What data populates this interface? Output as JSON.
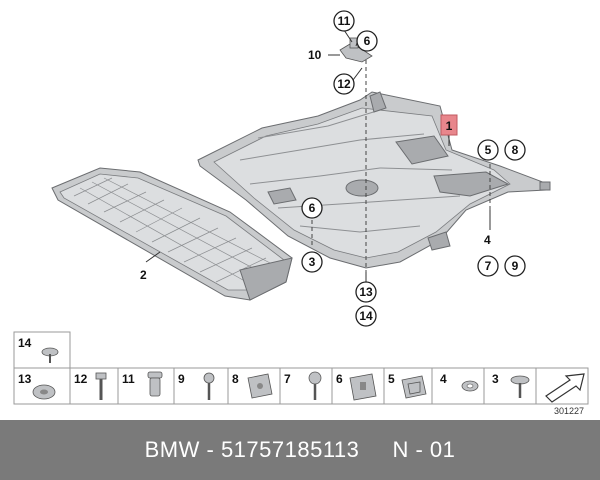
{
  "callouts": {
    "c11_top": "11",
    "c6_top": "6",
    "c10": "10",
    "c12_top": "12",
    "c1": "1",
    "c5": "5",
    "c8": "8",
    "c4": "4",
    "c7": "7",
    "c9": "9",
    "c2": "2",
    "c6_mid": "6",
    "c3": "3",
    "c13": "13",
    "c14": "14"
  },
  "legend": {
    "top_row": [
      {
        "num": "14"
      }
    ],
    "bottom_row": [
      {
        "num": "13"
      },
      {
        "num": "12"
      },
      {
        "num": "11"
      },
      {
        "num": "9"
      },
      {
        "num": "8"
      },
      {
        "num": "7"
      },
      {
        "num": "6"
      },
      {
        "num": "5"
      },
      {
        "num": "4"
      },
      {
        "num": "3"
      }
    ]
  },
  "image_ref": "301227",
  "footer": {
    "brand": "BMW",
    "sep1": " - ",
    "part_number": "51757185113",
    "gap": "     ",
    "page": "N - 01"
  },
  "colors": {
    "callout_1_highlight": "#e8868c",
    "footer_bg": "#7a7a7a"
  }
}
